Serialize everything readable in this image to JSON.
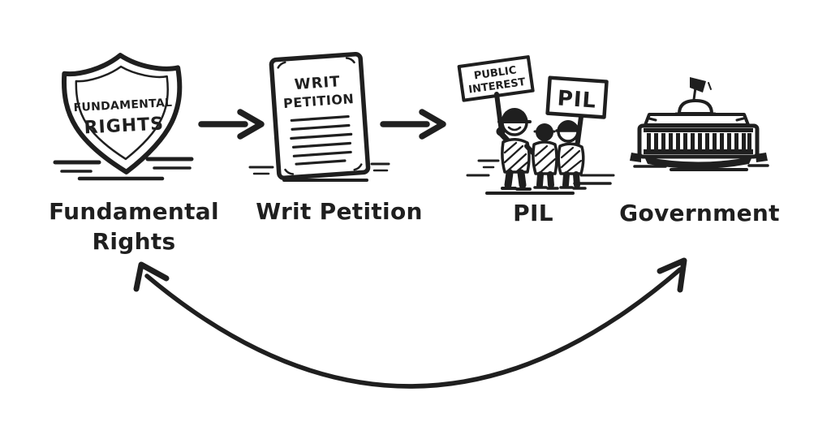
{
  "colors": {
    "ink": "#1f1f1f",
    "paper": "#ffffff"
  },
  "flow": {
    "shield": {
      "badge_line1": "FUNDAMENTAL",
      "badge_line2": "RIGHTS",
      "caption_line1": "Fundamental",
      "caption_line2": "Rights"
    },
    "writ": {
      "doc_line1": "WRIT",
      "doc_line2": "PETITION",
      "caption": "Writ Petition"
    },
    "pil": {
      "sign_public_line1": "PUBLIC",
      "sign_public_line2": "INTEREST",
      "sign_pil": "PIL",
      "caption": "PIL"
    },
    "government": {
      "caption": "Government"
    }
  }
}
